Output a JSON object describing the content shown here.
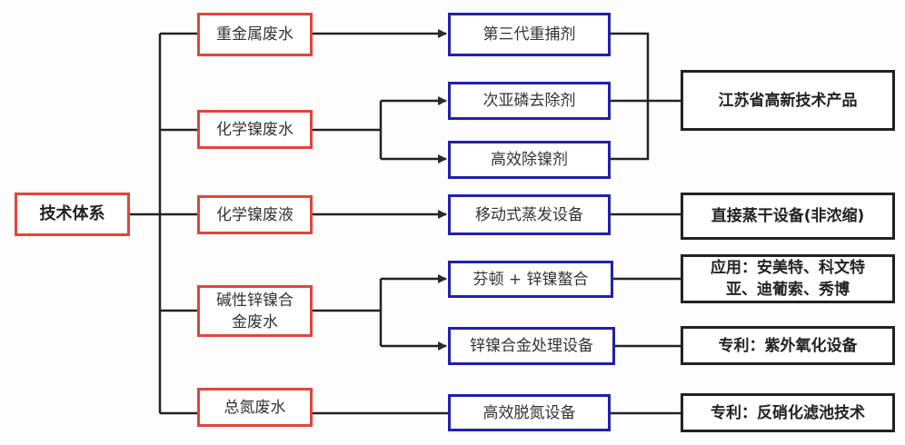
{
  "colors": {
    "root_border": "#e0463a",
    "category_border": "#e0463a",
    "product_border": "#2020b0",
    "result_border": "#222222",
    "connector": "#222222"
  },
  "root": {
    "label": "技术体系"
  },
  "categories": [
    {
      "id": "c1",
      "label": "重金属废水"
    },
    {
      "id": "c2",
      "label": "化学镍废水"
    },
    {
      "id": "c3",
      "label": "化学镍废液"
    },
    {
      "id": "c4",
      "label": "碱性锌镍合金废水"
    },
    {
      "id": "c5",
      "label": "总氮废水"
    }
  ],
  "products": [
    {
      "id": "p1",
      "label": "第三代重捕剂"
    },
    {
      "id": "p2",
      "label": "次亚磷去除剂"
    },
    {
      "id": "p3",
      "label": "高效除镍剂"
    },
    {
      "id": "p4",
      "label": "移动式蒸发设备"
    },
    {
      "id": "p5",
      "label": "芬顿 + 锌镍螯合"
    },
    {
      "id": "p6",
      "label": "锌镍合金处理设备"
    },
    {
      "id": "p7",
      "label": "高效脱氮设备"
    }
  ],
  "results": [
    {
      "id": "r1",
      "label": "江苏省高新技术产品"
    },
    {
      "id": "r2",
      "label": "直接蒸干设备(非浓缩)"
    },
    {
      "id": "r3",
      "label": "应用：安美特、科文特亚、迪葡索、秀博"
    },
    {
      "id": "r4",
      "label": "专利：紫外氧化设备"
    },
    {
      "id": "r5",
      "label": "专利：反硝化滤池技术"
    }
  ],
  "edges": [
    {
      "from": "root",
      "to": "c1",
      "arrow": false
    },
    {
      "from": "root",
      "to": "c2",
      "arrow": false
    },
    {
      "from": "root",
      "to": "c3",
      "arrow": false
    },
    {
      "from": "root",
      "to": "c4",
      "arrow": false
    },
    {
      "from": "root",
      "to": "c5",
      "arrow": false
    },
    {
      "from": "c1",
      "to": "p1",
      "arrow": true
    },
    {
      "from": "c2",
      "to": "p2",
      "arrow": true
    },
    {
      "from": "c2",
      "to": "p3",
      "arrow": true
    },
    {
      "from": "c3",
      "to": "p4",
      "arrow": true
    },
    {
      "from": "c4",
      "to": "p5",
      "arrow": true
    },
    {
      "from": "c4",
      "to": "p6",
      "arrow": true
    },
    {
      "from": "c5",
      "to": "p7",
      "arrow": false
    },
    {
      "from": "p1",
      "to": "r1",
      "arrow": false
    },
    {
      "from": "p2",
      "to": "r1",
      "arrow": false
    },
    {
      "from": "p3",
      "to": "r1",
      "arrow": false
    },
    {
      "from": "p4",
      "to": "r2",
      "arrow": false
    },
    {
      "from": "p5",
      "to": "r3",
      "arrow": false
    },
    {
      "from": "p6",
      "to": "r4",
      "arrow": false
    },
    {
      "from": "p7",
      "to": "r5",
      "arrow": false
    }
  ]
}
